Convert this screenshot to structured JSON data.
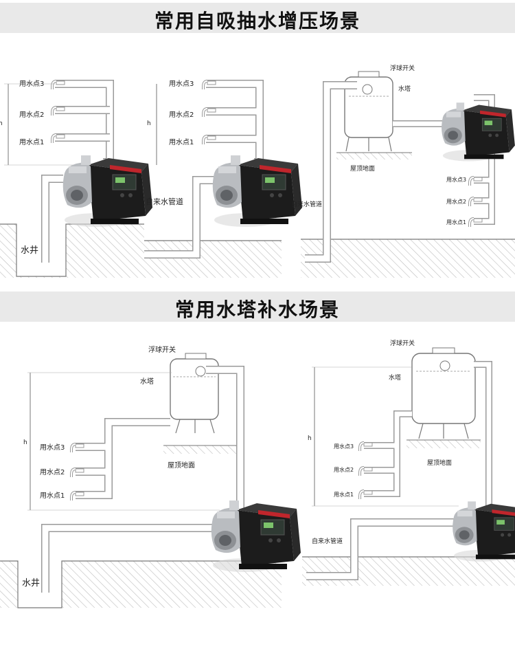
{
  "sections": [
    {
      "title": "常用自吸抽水增压场景"
    },
    {
      "title": "常用水塔补水场景"
    }
  ],
  "labels": {
    "point1": "用水点1",
    "point2": "用水点2",
    "point3": "用水点3",
    "height": "h",
    "well": "水井",
    "tap_pipe": "自来水管道",
    "float_switch": "浮球开关",
    "water_tower": "水塔",
    "roof_floor": "屋顶地面"
  },
  "colors": {
    "band": "#e9e9e9",
    "pipe_stroke": "#9a9a9a",
    "pump_body": "#1c1c1c",
    "pump_metal": "#b9bcc0",
    "panel_red": "#c0262c"
  }
}
